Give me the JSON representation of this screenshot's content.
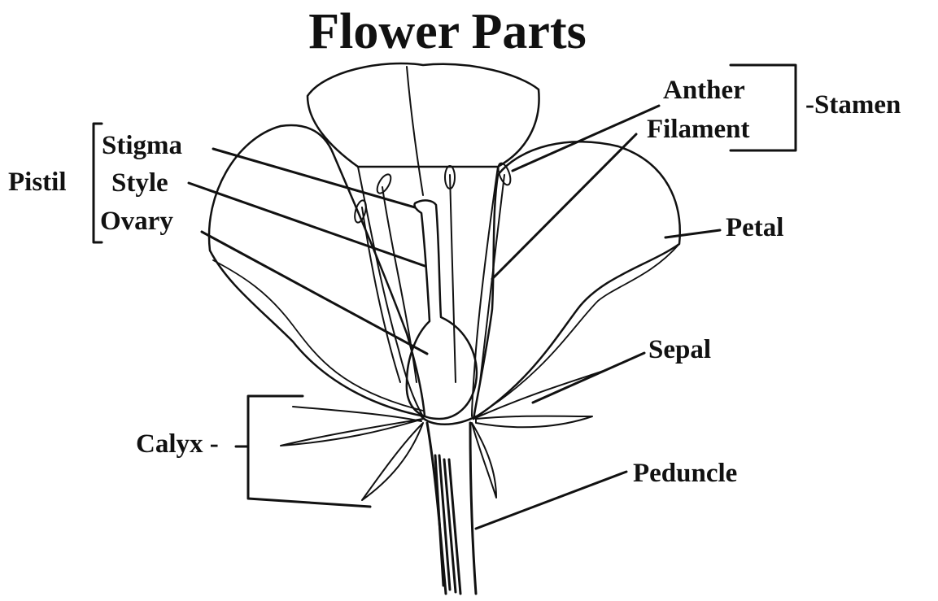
{
  "title": "Flower Parts",
  "labels": {
    "pistil": "Pistil",
    "stigma": "Stigma",
    "style": "Style",
    "ovary": "Ovary",
    "anther": "Anther",
    "filament": "Filament",
    "stamen": "-Stamen",
    "petal": "Petal",
    "sepal": "Sepal",
    "calyx": "Calyx -",
    "peduncle": "Peduncle"
  },
  "colors": {
    "ink": "#111111",
    "background": "#ffffff"
  }
}
